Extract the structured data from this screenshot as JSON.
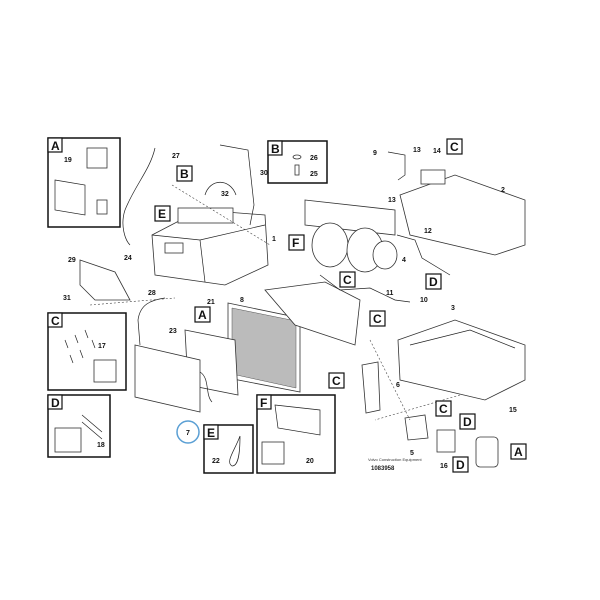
{
  "diagram": {
    "highlight_color": "#5a9fd4",
    "highlighted_part": "7",
    "footer": {
      "company": "Volvo Construction Equipment",
      "drawing_number": "1083958"
    },
    "kits": {
      "A": {
        "letter": "A",
        "parts": [
          "19"
        ]
      },
      "B": {
        "letter": "B",
        "parts": [
          "26",
          "25"
        ]
      },
      "C": {
        "letter": "C",
        "parts": [
          "17"
        ]
      },
      "D": {
        "letter": "D",
        "parts": [
          "18"
        ]
      },
      "E": {
        "letter": "E",
        "parts": [
          "22"
        ]
      },
      "F": {
        "letter": "F",
        "parts": [
          "20"
        ]
      }
    },
    "callouts": [
      "27",
      "30",
      "32",
      "1",
      "24",
      "29",
      "31",
      "28",
      "21",
      "8",
      "23",
      "7",
      "9",
      "13",
      "14",
      "13",
      "2",
      "12",
      "4",
      "11",
      "10",
      "3",
      "6",
      "15",
      "5",
      "16"
    ],
    "flags": [
      "B",
      "E",
      "F",
      "C",
      "D",
      "C",
      "A",
      "C",
      "C",
      "C",
      "D",
      "D",
      "A"
    ]
  }
}
